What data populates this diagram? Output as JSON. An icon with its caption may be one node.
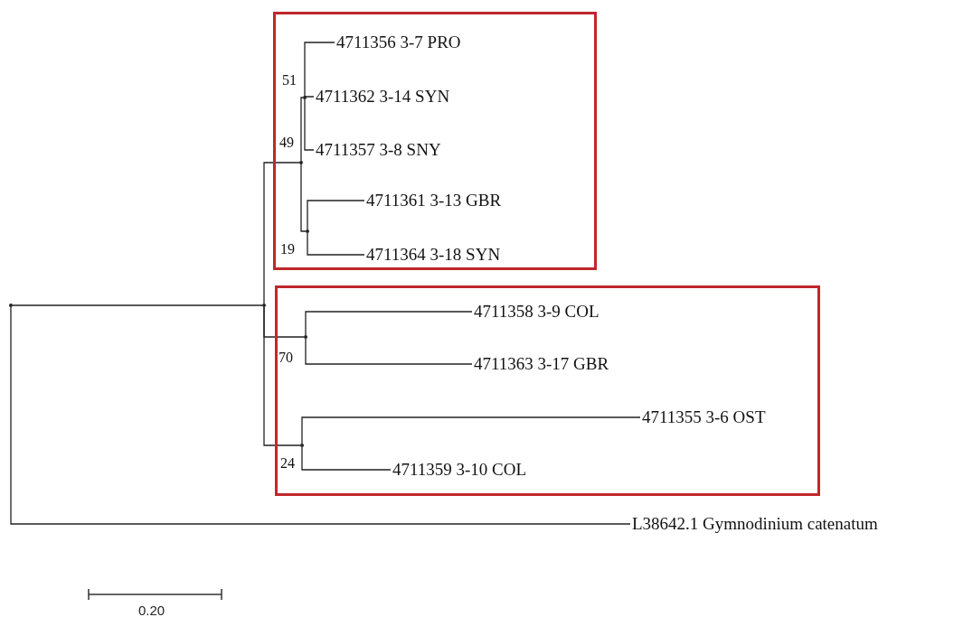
{
  "diagram": {
    "nodes": [
      {
        "text": [],
        "shape": "point"
      },
      {
        "text": [],
        "shape": "point"
      },
      {
        "text": [
          "L38642.1 Gymnodinium catenatum"
        ]
      },
      {
        "text": [],
        "shape": "box"
      },
      {
        "text": [],
        "shape": "point",
        "in": 3,
        "beside": [
          "49"
        ]
      },
      {
        "text": [],
        "shape": "point",
        "in": 3,
        "beside": [
          "51"
        ]
      },
      {
        "text": [
          "4711356 3-7 PRO"
        ],
        "in": 3
      },
      {
        "text": [
          "4711362 3-14 SYN"
        ],
        "in": 3
      },
      {
        "text": [
          "4711357 3-8 SNY"
        ],
        "in": 3
      },
      {
        "text": [],
        "shape": "point",
        "in": 3,
        "beside": [
          "19"
        ]
      },
      {
        "text": [
          "4711361 3-13 GBR"
        ],
        "in": 3
      },
      {
        "text": [
          "4711364 3-18 SYN"
        ],
        "in": 3
      },
      {
        "text": [],
        "shape": "box"
      },
      {
        "text": [],
        "shape": "point",
        "in": 12,
        "beside": [
          "70"
        ]
      },
      {
        "text": [
          "4711358 3-9 COL"
        ],
        "in": 12
      },
      {
        "text": [
          "4711363 3-17 GBR"
        ],
        "in": 12
      },
      {
        "text": [],
        "shape": "point",
        "in": 12,
        "beside": [
          "24"
        ]
      },
      {
        "text": [
          "4711355 3-6 OST"
        ],
        "in": 12
      },
      {
        "text": [
          "4711359 3-10 COL"
        ],
        "in": 12
      }
    ],
    "edges": [
      {
        "from": 0,
        "to": 1,
        "arrow": "none"
      },
      {
        "from": 0,
        "to": 2,
        "arrow": "none"
      },
      {
        "from": 1,
        "to": 4,
        "arrow": "none"
      },
      {
        "from": 1,
        "to": 13,
        "arrow": "none"
      },
      {
        "from": 1,
        "to": 16,
        "arrow": "none"
      },
      {
        "from": 4,
        "to": 5,
        "arrow": "none"
      },
      {
        "from": 4,
        "to": 9,
        "arrow": "none"
      },
      {
        "from": 5,
        "to": 6,
        "arrow": "none"
      },
      {
        "from": 5,
        "to": 7,
        "arrow": "none"
      },
      {
        "from": 5,
        "to": 8,
        "arrow": "none"
      },
      {
        "from": 9,
        "to": 10,
        "arrow": "none"
      },
      {
        "from": 9,
        "to": 11,
        "arrow": "none"
      },
      {
        "from": 13,
        "to": 14,
        "arrow": "none"
      },
      {
        "from": 13,
        "to": 15,
        "arrow": "none"
      },
      {
        "from": 16,
        "to": 17,
        "arrow": "none"
      },
      {
        "from": 16,
        "to": 18,
        "arrow": "none"
      }
    ],
    "labels": [
      "0.20"
    ]
  }
}
